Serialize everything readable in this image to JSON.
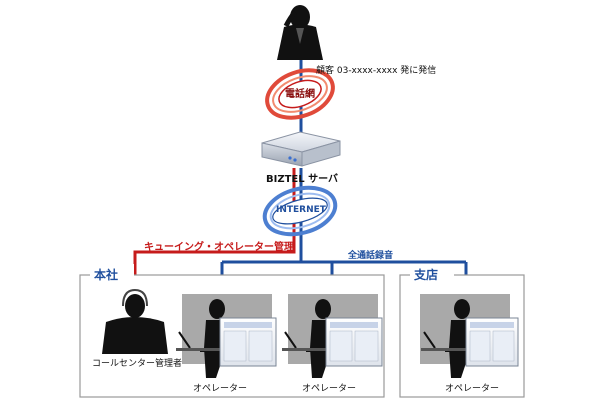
{
  "caller_note": "顧客 03-xxxx-xxxx 発に発信",
  "phone_network": "電話網",
  "server": "BIZTEL サーバ",
  "internet": "INTERNET",
  "queue_label": "キューイング・オペレーター管理",
  "recording_label": "全通話録音",
  "hq": {
    "title": "本社",
    "manager": "コールセンター管理者",
    "operators": [
      "オペレーター",
      "オペレーター"
    ]
  },
  "branch": {
    "title": "支店",
    "operators": [
      "オペレーター"
    ]
  },
  "colors": {
    "blue_line": "#1f4f9e",
    "red_line": "#c61b1b",
    "box_border": "#9a9a9a",
    "panel_gray": "#a9a9a9"
  },
  "icons": [
    "caller-icon",
    "phone-network-icon",
    "server-icon",
    "internet-icon",
    "headset-manager-icon",
    "operator-icon",
    "monitor-icon"
  ]
}
